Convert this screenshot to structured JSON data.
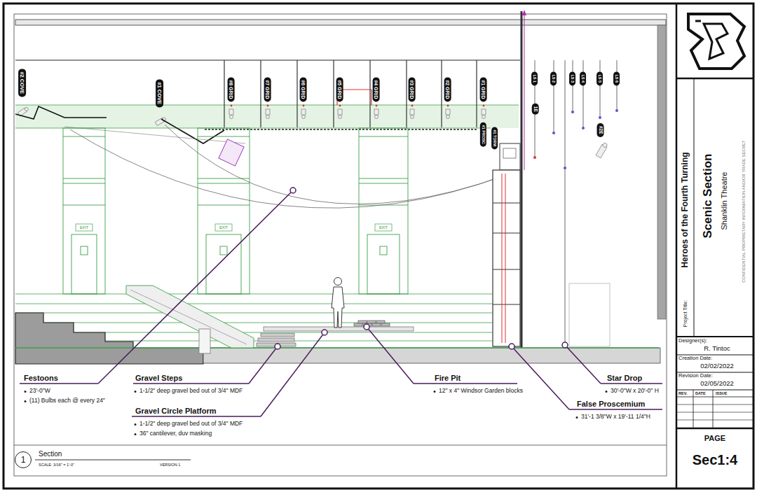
{
  "diagram": {
    "nodes": [
      {
        "text": [
          "#2 COVE"
        ]
      },
      {
        "text": [
          "#1 COVE"
        ]
      },
      {
        "text": [
          "#8 GRID"
        ]
      },
      {
        "text": [
          "#7 GRID"
        ]
      },
      {
        "text": [
          "#6 GRID"
        ]
      },
      {
        "text": [
          "#5 GRID"
        ]
      },
      {
        "text": [
          "#4 GRID"
        ]
      },
      {
        "text": [
          "#3 GRID"
        ]
      },
      {
        "text": [
          "#2 GRID"
        ]
      },
      {
        "text": [
          "#1 GRID"
        ]
      },
      {
        "text": [
          "#1 PROSC"
        ]
      },
      {
        "text": [
          "#1 TORM"
        ]
      },
      {
        "text": [
          "LS 1"
        ]
      },
      {
        "text": [
          "LS 2"
        ]
      },
      {
        "text": [
          "LS 3"
        ]
      },
      {
        "text": [
          "LS 4"
        ]
      },
      {
        "text": [
          "LS 5"
        ]
      },
      {
        "text": [
          "LS 6"
        ]
      },
      {
        "text": [
          "1E"
        ]
      },
      {
        "text": [
          "#2E"
        ]
      },
      {
        "text": [
          "1"
        ]
      },
      {
        "text": [
          "Project Title:",
          "Heroes of the Fourth Turning",
          "Scenic Section",
          "Shanklin Theatre",
          "CONFIDENTIAL PROPRIETARY INFORMATION AND/OR TRADE SECRET"
        ]
      },
      {
        "text": [
          "Designer(s):",
          "R. Tintoc"
        ]
      },
      {
        "text": [
          "Creation Date:",
          "02/02/2022"
        ]
      },
      {
        "text": [
          "Revision Date:",
          "02/05/2022"
        ]
      },
      {
        "text": [
          "PAGE",
          "Sec1:4"
        ]
      }
    ],
    "labels": [
      "EXIT",
      "EXIT",
      "EXIT",
      "Festoons",
      "23'-0\"W",
      "(11) Bulbs each @ every 24\"",
      "Gravel Steps",
      "1-1/2\" deep gravel bed out of 3/4\" MDF",
      "Gravel Circle Platform",
      "1-1/2\" deep gravel bed out of 3/4\" MDF",
      "36\" cantilever, duv masking",
      "Fire Pit",
      "12\" x 4\" Windsor Garden blocks",
      "Star Drop",
      "30'-0\"W x 20'-0\" H",
      "False Proscemium",
      "31'-1 3/8\"W x 19'-11 1/4\"H",
      "Section",
      "SCALE: 3/16\" = 1'-0\"",
      "VERSION 1",
      "REV.",
      "DATE",
      "ISSUE"
    ]
  }
}
